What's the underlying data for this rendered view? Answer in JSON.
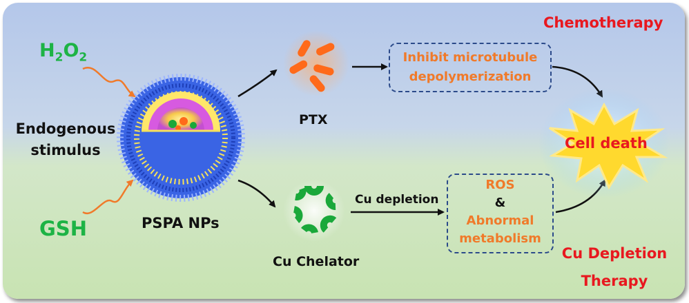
{
  "labels": {
    "h2o2": "H2O2",
    "h2o2_h": "H",
    "h2o2_sub1": "2",
    "h2o2_o": "O",
    "h2o2_sub2": "2",
    "gsh": "GSH",
    "stimulus_line1": "Endogenous",
    "stimulus_line2": "stimulus",
    "nanoparticle": "PSPA NPs",
    "ptx": "PTX",
    "cu_chelator": "Cu Chelator",
    "cu_depletion": "Cu depletion",
    "inhibit_line1": "Inhibit microtubule",
    "inhibit_line2": "depolymerization",
    "ros": "ROS",
    "ampersand": "&",
    "abnormal_line1": "Abnormal",
    "abnormal_line2": "metabolism",
    "cell_death": "Cell death",
    "chemotherapy": "Chemotherapy",
    "cu_therapy_line1": "Cu Depletion",
    "cu_therapy_line2": "Therapy"
  },
  "colors": {
    "green_text": "#1db345",
    "orange_text": "#f07a2a",
    "red_text": "#e8181f",
    "ptx_orange": "#ff6a1a",
    "chelator_green": "#1aa83a",
    "burst_yellow": "#ffd92e",
    "nanoparticle_blue": "#2f55d8",
    "dashed_border": "#2b4a8a"
  },
  "icons": [
    "wavy-arrow-icon",
    "nanoparticle-icon",
    "ptx-rods-icon",
    "cu-chelator-icon",
    "cell-death-burst-icon"
  ]
}
